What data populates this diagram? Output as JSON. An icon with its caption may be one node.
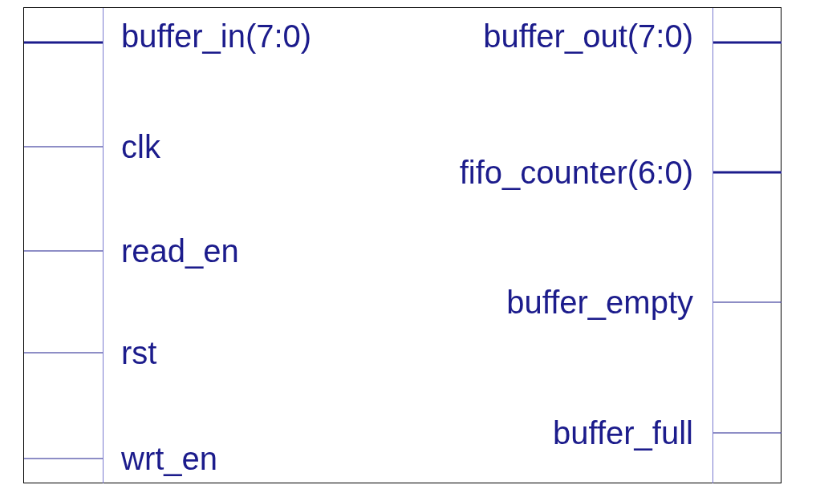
{
  "diagram": {
    "nodes": [
      {
        "text": [],
        "shape": "box"
      },
      {
        "text": [
          "buffer_in(7:0)"
        ],
        "in": 0
      },
      {
        "text": [
          "buffer_out(7:0)"
        ],
        "in": 0
      },
      {
        "text": [
          "clk"
        ],
        "in": 0
      },
      {
        "text": [
          "fifo_counter(6:0)"
        ],
        "in": 0
      },
      {
        "text": [
          "read_en"
        ],
        "in": 0
      },
      {
        "text": [
          "buffer_empty"
        ],
        "in": 0
      },
      {
        "text": [
          "rst"
        ],
        "in": 0
      },
      {
        "text": [
          "buffer_full"
        ],
        "in": 0
      },
      {
        "text": [
          "wrt_en"
        ],
        "in": 0
      }
    ],
    "edges": [
      {
        "from": null,
        "to": 1,
        "arrow": "none",
        "style": "thick"
      },
      {
        "from": 2,
        "to": null,
        "arrow": "none",
        "style": "thick"
      },
      {
        "from": null,
        "to": 3,
        "arrow": "none"
      },
      {
        "from": 4,
        "to": null,
        "arrow": "none",
        "style": "thick"
      },
      {
        "from": null,
        "to": 5,
        "arrow": "none"
      },
      {
        "from": 6,
        "to": null,
        "arrow": "none"
      },
      {
        "from": null,
        "to": 7,
        "arrow": "none"
      },
      {
        "from": 8,
        "to": null,
        "arrow": "none"
      },
      {
        "from": null,
        "to": 9,
        "arrow": "none"
      }
    ]
  }
}
